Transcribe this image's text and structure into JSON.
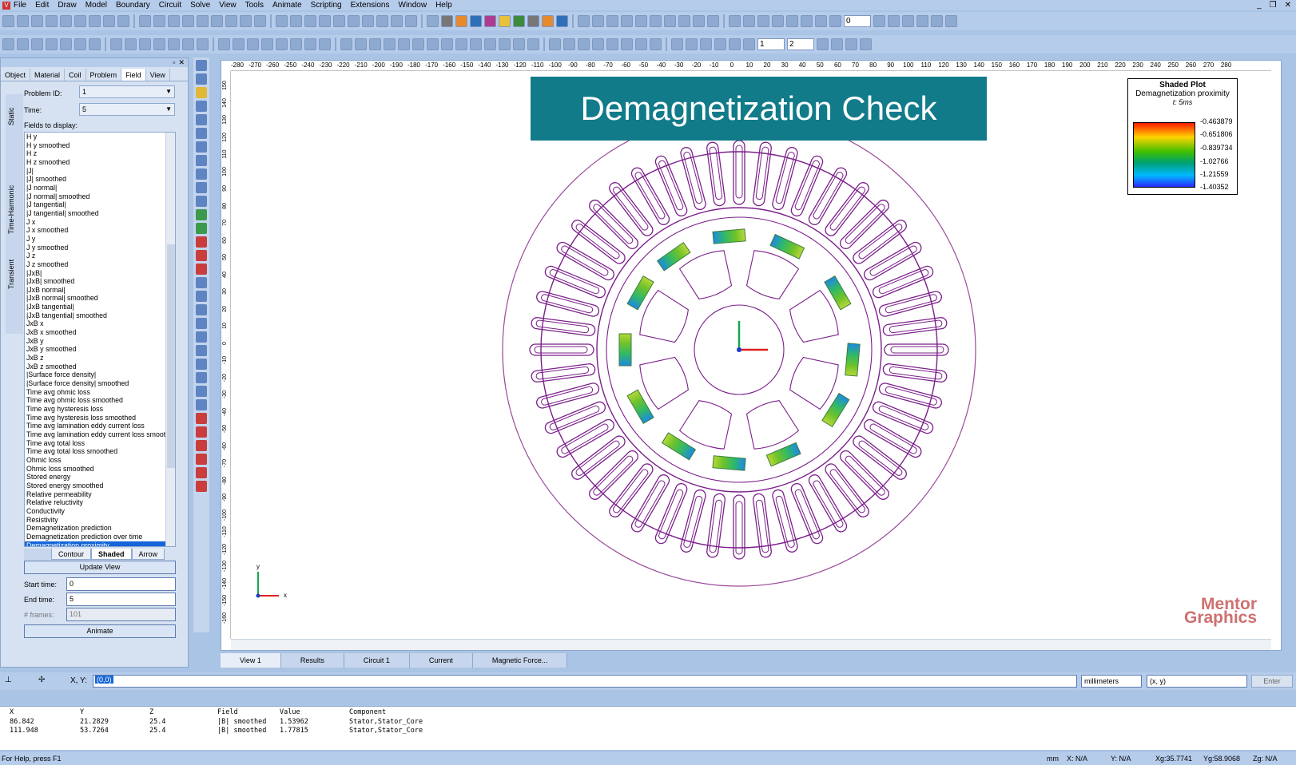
{
  "menu": [
    "File",
    "Edit",
    "Draw",
    "Model",
    "Boundary",
    "Circuit",
    "Solve",
    "View",
    "Tools",
    "Animate",
    "Scripting",
    "Extensions",
    "Window",
    "Help"
  ],
  "toolbar": {
    "spin_frame": "0",
    "spin_a": "1",
    "spin_b": "2"
  },
  "left_panel": {
    "tabs": [
      "Object",
      "Material",
      "Coil",
      "Problem",
      "Field",
      "View"
    ],
    "active_tab": "Field",
    "side_tabs": [
      "Static",
      "Time-Harmonic",
      "Transient"
    ],
    "problem_id_label": "Problem ID:",
    "problem_id_value": "1",
    "time_label": "Time:",
    "time_value": "5",
    "fields_label": "Fields to display:",
    "fields": [
      "H y",
      "H y smoothed",
      "H z",
      "H z smoothed",
      "|J|",
      "|J| smoothed",
      "|J normal|",
      "|J normal| smoothed",
      "|J tangential|",
      "|J tangential| smoothed",
      "J x",
      "J x smoothed",
      "J y",
      "J y smoothed",
      "J z",
      "J z smoothed",
      "|JxB|",
      "|JxB| smoothed",
      "|JxB normal|",
      "|JxB normal| smoothed",
      "|JxB tangential|",
      "|JxB tangential| smoothed",
      "JxB x",
      "JxB x smoothed",
      "JxB y",
      "JxB y smoothed",
      "JxB z",
      "JxB z smoothed",
      "|Surface force density|",
      "|Surface force density| smoothed",
      "Time avg ohmic loss",
      "Time avg ohmic loss smoothed",
      "Time avg hysteresis loss",
      "Time avg hysteresis loss smoothed",
      "Time avg lamination eddy current loss",
      "Time avg lamination eddy current loss smoot",
      "Time avg total loss",
      "Time avg total loss smoothed",
      "Ohmic loss",
      "Ohmic loss smoothed",
      "Stored energy",
      "Stored energy smoothed",
      "Relative permeability",
      "Relative reluctivity",
      "Conductivity",
      "Resistivity",
      "Demagnetization prediction",
      "Demagnetization prediction over time",
      "Demagnetization proximity"
    ],
    "selected_field": "Demagnetization proximity",
    "display_tabs": [
      "Contour",
      "Shaded",
      "Arrow"
    ],
    "active_display_tab": "Shaded",
    "update_button": "Update View",
    "start_label": "Start time:",
    "start_value": "0",
    "end_label": "End time:",
    "end_value": "5",
    "frames_label": "# frames:",
    "frames_value": "101",
    "animate_button": "Animate"
  },
  "canvas": {
    "ruler_x": [
      -280,
      -270,
      -260,
      -250,
      -240,
      -230,
      -220,
      -210,
      -200,
      -190,
      -180,
      -170,
      -160,
      -150,
      -140,
      -130,
      -120,
      -110,
      -100,
      -90,
      -80,
      -70,
      -60,
      -50,
      -40,
      -30,
      -20,
      -10,
      0,
      10,
      20,
      30,
      40,
      50,
      60,
      70,
      80,
      90,
      100,
      110,
      120,
      130,
      140,
      150,
      160,
      170,
      180,
      190,
      200,
      210,
      220,
      230,
      240,
      250,
      260,
      270,
      280
    ],
    "ruler_y": [
      150,
      140,
      130,
      120,
      110,
      100,
      90,
      80,
      70,
      60,
      50,
      40,
      30,
      20,
      10,
      0,
      -10,
      -20,
      -30,
      -40,
      -50,
      -60,
      -70,
      -80,
      -90,
      -100,
      -110,
      -120,
      -130,
      -140,
      -150,
      -160
    ],
    "banner": "Demagnetization Check",
    "legend": {
      "title": "Shaded Plot",
      "subtitle": "Demagnetization proximity",
      "time": "t: 5ms",
      "values": [
        "-0.463879",
        "-0.651806",
        "-0.839734",
        "-1.02766",
        "-1.21559",
        "-1.40352"
      ]
    },
    "axis_labels": {
      "x": "x",
      "y": "y"
    },
    "watermark": [
      "Mentor",
      "Graphics"
    ],
    "colors": {
      "geometry": "#7b1f8a",
      "outline": "#9a4a9a",
      "banner": "#127b8a"
    }
  },
  "view_tabs": [
    "View 1",
    "Results",
    "Circuit 1",
    "Current",
    "Magnetic Force..."
  ],
  "coord_bar": {
    "label": "X, Y:",
    "input_value": "(0,0)",
    "units": "millimeters",
    "format": "(x, y)",
    "enter_button": "Enter"
  },
  "output": {
    "headers": [
      "X",
      "Y",
      "Z",
      "Field",
      "Value",
      "Component"
    ],
    "rows": [
      [
        "86.842",
        "21.2829",
        "25.4",
        "|B| smoothed",
        "1.53962",
        "Stator,Stator_Core"
      ],
      [
        "111.948",
        "53.7264",
        "25.4",
        "|B| smoothed",
        "1.77815",
        "Stator,Stator_Core"
      ]
    ]
  },
  "status": {
    "help": "For Help, press F1",
    "units": "mm",
    "x": "X: N/A",
    "y": "Y: N/A",
    "xg": "Xg:35.7741",
    "yg": "Yg:58.9068",
    "zg": "Zg: N/A"
  }
}
